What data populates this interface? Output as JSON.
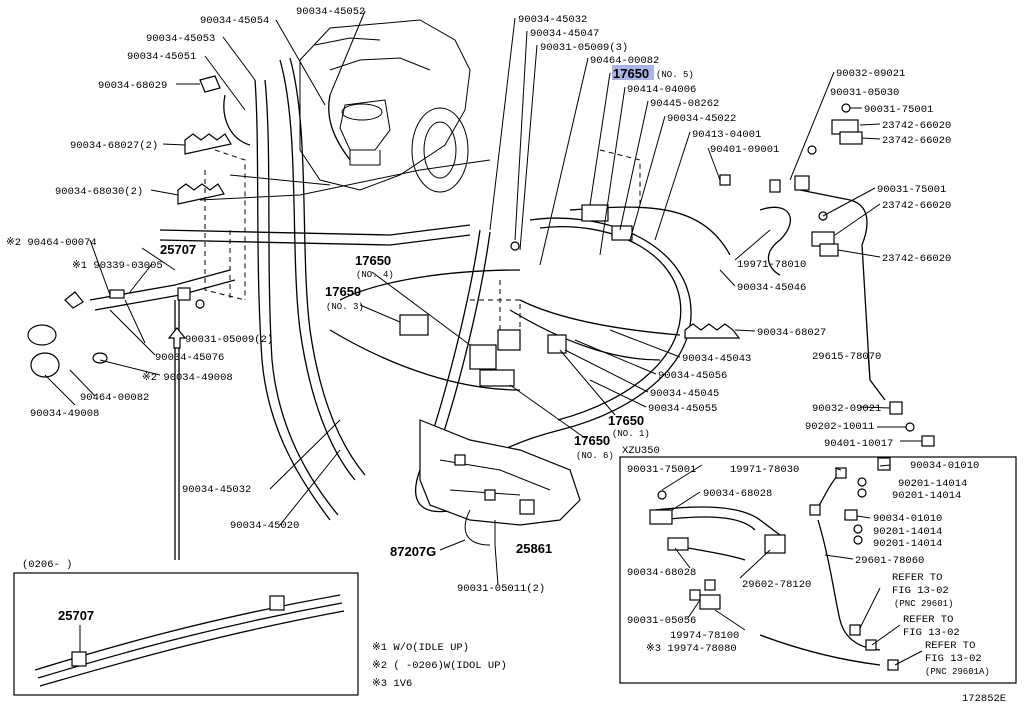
{
  "labels": {
    "l90034_45052": "90034-45052",
    "l90034_45054": "90034-45054",
    "l90034_45053": "90034-45053",
    "l90034_45051": "90034-45051",
    "l90034_68029": "90034-68029",
    "l90034_68027_2": "90034-68027(2)",
    "l90034_68030_2": "90034-68030(2)",
    "l90464_00074": "※2 90464-00074",
    "l90339_03005": "※1 90339-03005",
    "l25707_top": "25707",
    "l90031_05009_2": "90031-05009(2)",
    "l90034_45076": "90034-45076",
    "l90034_49008_a": "※2 90034-49008",
    "l90464_00082_l": "90464-00082",
    "l90034_49008_b": "90034-49008",
    "l90034_45032_top": "90034-45032",
    "l90034_45047": "90034-45047",
    "l90031_05009_3": "90031-05009(3)",
    "l90464_00082_t": "90464-00082",
    "l17650_no5": "17650",
    "l17650_no5_sub": "(NO. 5)",
    "l90414_04006": "90414-04006",
    "l90445_08262": "90445-08262",
    "l90034_45022": "90034-45022",
    "l90413_04001": "90413-04001",
    "l90401_09001": "90401-09001",
    "l90032_09021_t": "90032-09021",
    "l90031_05030": "90031-05030",
    "l90031_75001_a": "90031-75001",
    "l23742_66020_a": "23742-66020",
    "l23742_66020_b": "23742-66020",
    "l90031_75001_b": "90031-75001",
    "l23742_66020_c": "23742-66020",
    "l23742_66020_d": "23742-66020",
    "l19971_78010": "19971-78010",
    "l90034_45046": "90034-45046",
    "l90034_68027": "90034-68027",
    "l29615_78070": "29615-78070",
    "l17650_no4": "17650",
    "l17650_no4_sub": "(NO. 4)",
    "l17650_no3": "17650",
    "l17650_no3_sub": "(NO. 3)",
    "l90034_45043": "90034-45043",
    "l90034_45056": "90034-45056",
    "l90034_45045": "90034-45045",
    "l90034_45055": "90034-45055",
    "l17650_no1": "17650",
    "l17650_no1_sub": "(NO. 1)",
    "l17650_no6": "17650",
    "l17650_no6_sub": "(NO. 6)",
    "l90032_09021_b": "90032-09021",
    "l90202_10011": "90202-10011",
    "l90401_10017": "90401-10017",
    "l90034_45032_l": "90034-45032",
    "l90034_45020": "90034-45020",
    "l87207g": "87207G",
    "l25861": "25861",
    "l90031_05011_2": "90031-05011(2)",
    "lxzu350": "XZU350",
    "i90031_75001": "90031-75001",
    "i19971_78030": "19971-78030",
    "i90034_01010_a": "90034-01010",
    "i90201_14014_a": "90201-14014",
    "i90201_14014_b": "90201-14014",
    "i90034_68028_a": "90034-68028",
    "i90034_01010_b": "90034-01010",
    "i90201_14014_c": "90201-14014",
    "i90201_14014_d": "90201-14014",
    "i29601_78060": "29601-78060",
    "i90034_68028_b": "90034-68028",
    "i29602_78120": "29602-78120",
    "i90031_05056": "90031-05056",
    "i19974_78100": "19974-78100",
    "i19974_78080": "※3 19974-78080",
    "iref1a": "REFER TO",
    "iref1b": "FIG 13-02",
    "iref1c": "(PNC 29601)",
    "iref2a": "REFER TO",
    "iref2b": "FIG 13-02",
    "iref3a": "REFER TO",
    "iref3b": "FIG 13-02",
    "iref3c": "(PNC 29601A)",
    "l0206": "(0206-    )",
    "l25707_box": "25707",
    "note1": "※1 W/O(IDLE UP)",
    "note2": "※2 (    -0206)W(IDOL UP)",
    "note3": "※3 1V6",
    "figno": "172852E"
  },
  "colors": {
    "highlight": "#a9b3e6",
    "line": "#000000",
    "background": "#ffffff"
  }
}
